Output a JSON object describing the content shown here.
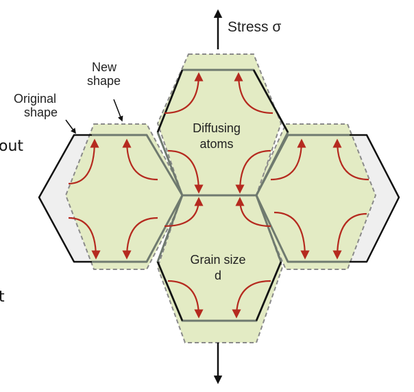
{
  "labels": {
    "stress": "Stress σ",
    "new_shape_line1": "New",
    "new_shape_line2": "shape",
    "original_shape_line1": "Original",
    "original_shape_line2": "shape",
    "diffusing_line1": "Diffusing",
    "diffusing_line2": "atoms",
    "grain_size_line1": "Grain size",
    "grain_size_line2": "d",
    "edge_text_1": "out",
    "edge_text_2": "t"
  },
  "colors": {
    "grain_fill": "#e3ebc4",
    "original_region_fill": "#efefef",
    "grain_boundary": "#6f7a6f",
    "original_outline": "#111111",
    "new_outline": "#8a8a8a",
    "diffusion_arrow": "#b52a1f",
    "stress_arrow": "#111111"
  }
}
